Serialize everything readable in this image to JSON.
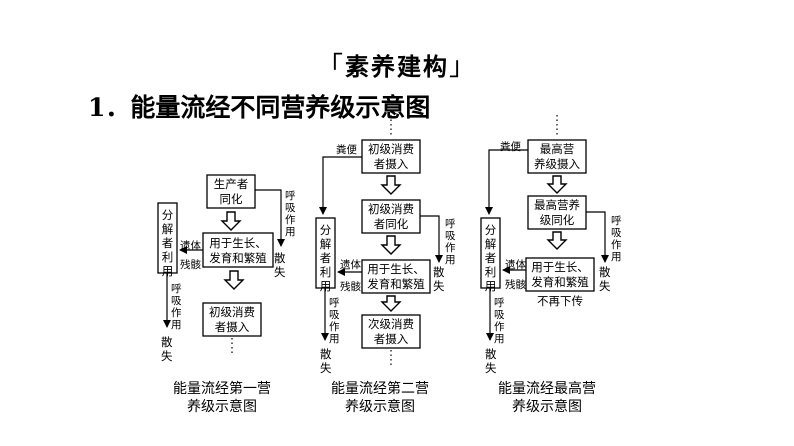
{
  "heading": {
    "open": "「",
    "text": "素养建构",
    "close": "」"
  },
  "subtitle": "1．能量流经不同营养级示意图",
  "diagrams": [
    {
      "box1": [
        "生产者",
        "同化"
      ],
      "box2": [
        "用于生长、",
        "发育和繁殖"
      ],
      "box3": [
        "初级消费",
        "者摄入"
      ],
      "side_box": "分解者利用",
      "remains": [
        "遗体",
        "残骸"
      ],
      "resp_right": "呼吸作用",
      "dissipate_right": "散失",
      "resp_left": "呼吸作用",
      "dissipate_left": "散失",
      "caption": [
        "能量流经第一营",
        "养级示意图"
      ]
    },
    {
      "feces": "粪便",
      "box0": [
        "初级消费",
        "者摄入"
      ],
      "box1": [
        "初级消费",
        "者同化"
      ],
      "box2": [
        "用于生长、",
        "发育和繁殖"
      ],
      "box3": [
        "次级消费",
        "者摄入"
      ],
      "side_box": "分解者利用",
      "remains": [
        "遗体",
        "残骸"
      ],
      "resp_right": "呼吸作用",
      "dissipate_right": "散失",
      "resp_left": "呼吸作用",
      "dissipate_left": "散失",
      "caption": [
        "能量流经第二营",
        "养级示意图"
      ]
    },
    {
      "feces": "粪便",
      "box0": [
        "最高营",
        "养级摄入"
      ],
      "box1": [
        "最高营养",
        "级同化"
      ],
      "box2": [
        "用于生长、",
        "发育和繁殖"
      ],
      "no_more": "不再下传",
      "side_box": "分解者利用",
      "remains": [
        "遗体",
        "残骸"
      ],
      "resp_right": "呼吸作用",
      "dissipate_right": "散失",
      "resp_left": "呼吸作用",
      "dissipate_left": "散失",
      "caption": [
        "能量流经最高营",
        "养级示意图"
      ]
    }
  ]
}
